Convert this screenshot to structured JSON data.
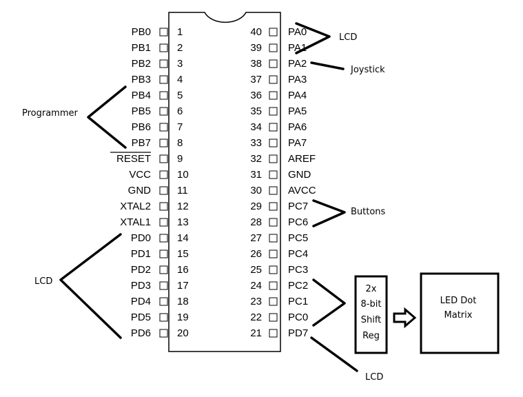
{
  "chip": {
    "left_pins": [
      {
        "num": "1",
        "name": "PB0"
      },
      {
        "num": "2",
        "name": "PB1"
      },
      {
        "num": "3",
        "name": "PB2"
      },
      {
        "num": "4",
        "name": "PB3"
      },
      {
        "num": "5",
        "name": "PB4"
      },
      {
        "num": "6",
        "name": "PB5"
      },
      {
        "num": "7",
        "name": "PB6"
      },
      {
        "num": "8",
        "name": "PB7"
      },
      {
        "num": "9",
        "name": "RESET"
      },
      {
        "num": "10",
        "name": "VCC"
      },
      {
        "num": "11",
        "name": "GND"
      },
      {
        "num": "12",
        "name": "XTAL2"
      },
      {
        "num": "13",
        "name": "XTAL1"
      },
      {
        "num": "14",
        "name": "PD0"
      },
      {
        "num": "15",
        "name": "PD1"
      },
      {
        "num": "16",
        "name": "PD2"
      },
      {
        "num": "17",
        "name": "PD3"
      },
      {
        "num": "18",
        "name": "PD4"
      },
      {
        "num": "19",
        "name": "PD5"
      },
      {
        "num": "20",
        "name": "PD6"
      }
    ],
    "right_pins": [
      {
        "num": "40",
        "name": "PA0"
      },
      {
        "num": "39",
        "name": "PA1"
      },
      {
        "num": "38",
        "name": "PA2"
      },
      {
        "num": "37",
        "name": "PA3"
      },
      {
        "num": "36",
        "name": "PA4"
      },
      {
        "num": "35",
        "name": "PA5"
      },
      {
        "num": "34",
        "name": "PA6"
      },
      {
        "num": "33",
        "name": "PA7"
      },
      {
        "num": "32",
        "name": "AREF"
      },
      {
        "num": "31",
        "name": "GND"
      },
      {
        "num": "30",
        "name": "AVCC"
      },
      {
        "num": "29",
        "name": "PC7"
      },
      {
        "num": "28",
        "name": "PC6"
      },
      {
        "num": "27",
        "name": "PC5"
      },
      {
        "num": "26",
        "name": "PC4"
      },
      {
        "num": "25",
        "name": "PC3"
      },
      {
        "num": "24",
        "name": "PC2"
      },
      {
        "num": "23",
        "name": "PC1"
      },
      {
        "num": "22",
        "name": "PC0"
      },
      {
        "num": "21",
        "name": "PD7"
      }
    ]
  },
  "labels": {
    "lcd_pa": "LCD",
    "joystick": "Joystick",
    "programmer": "Programmer",
    "buttons": "Buttons",
    "lcd_pd": "LCD",
    "lcd_pd7": "LCD"
  },
  "shift_reg": {
    "line1": "2x",
    "line2": "8-bit",
    "line3": "Shift",
    "line4": "Reg"
  },
  "led_matrix": {
    "line1": "LED Dot",
    "line2": "Matrix"
  }
}
